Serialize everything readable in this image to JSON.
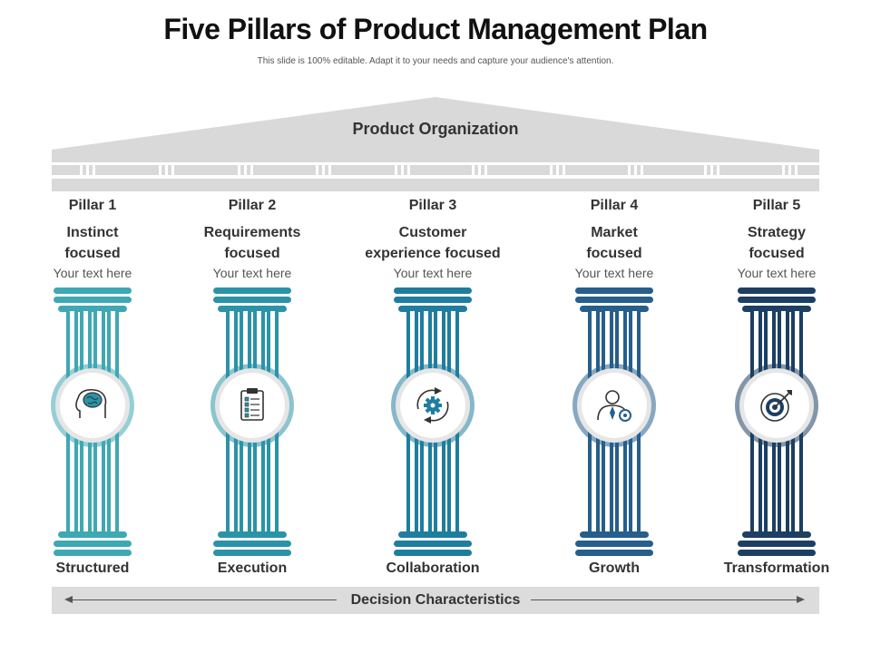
{
  "title": "Five Pillars of Product Management Plan",
  "subtitle": "This slide is 100% editable. Adapt it to your needs and capture your audience's attention.",
  "roof_label": "Product Organization",
  "bottom_label": "Decision Characteristics",
  "colors": {
    "roof": "#d9d9d9",
    "pillar1": "#3ea8b3",
    "pillar2": "#2b93a8",
    "pillar3": "#1f7d9f",
    "pillar4": "#265e8c",
    "pillar5": "#1c3f63"
  },
  "pillars": [
    {
      "label": "Pillar 1",
      "desc": "Instinct focused",
      "note": "Your text here",
      "icon": "brain-head-icon",
      "characteristic": "Structured",
      "color": "#3ea8b3"
    },
    {
      "label": "Pillar 2",
      "desc": "Requirements focused",
      "note": "Your text here",
      "icon": "clipboard-checklist-icon",
      "characteristic": "Execution",
      "color": "#2b93a8"
    },
    {
      "label": "Pillar 3",
      "desc": "Customer experience focused",
      "note": "Your text here",
      "icon": "gear-cycle-icon",
      "characteristic": "Collaboration",
      "color": "#1f7d9f"
    },
    {
      "label": "Pillar 4",
      "desc": "Market focused",
      "note": "Your text here",
      "icon": "businessman-growth-icon",
      "characteristic": "Growth",
      "color": "#265e8c"
    },
    {
      "label": "Pillar 5",
      "desc": "Strategy focused",
      "note": "Your text here",
      "icon": "target-arrow-icon",
      "characteristic": "Transformation",
      "color": "#1c3f63"
    }
  ]
}
